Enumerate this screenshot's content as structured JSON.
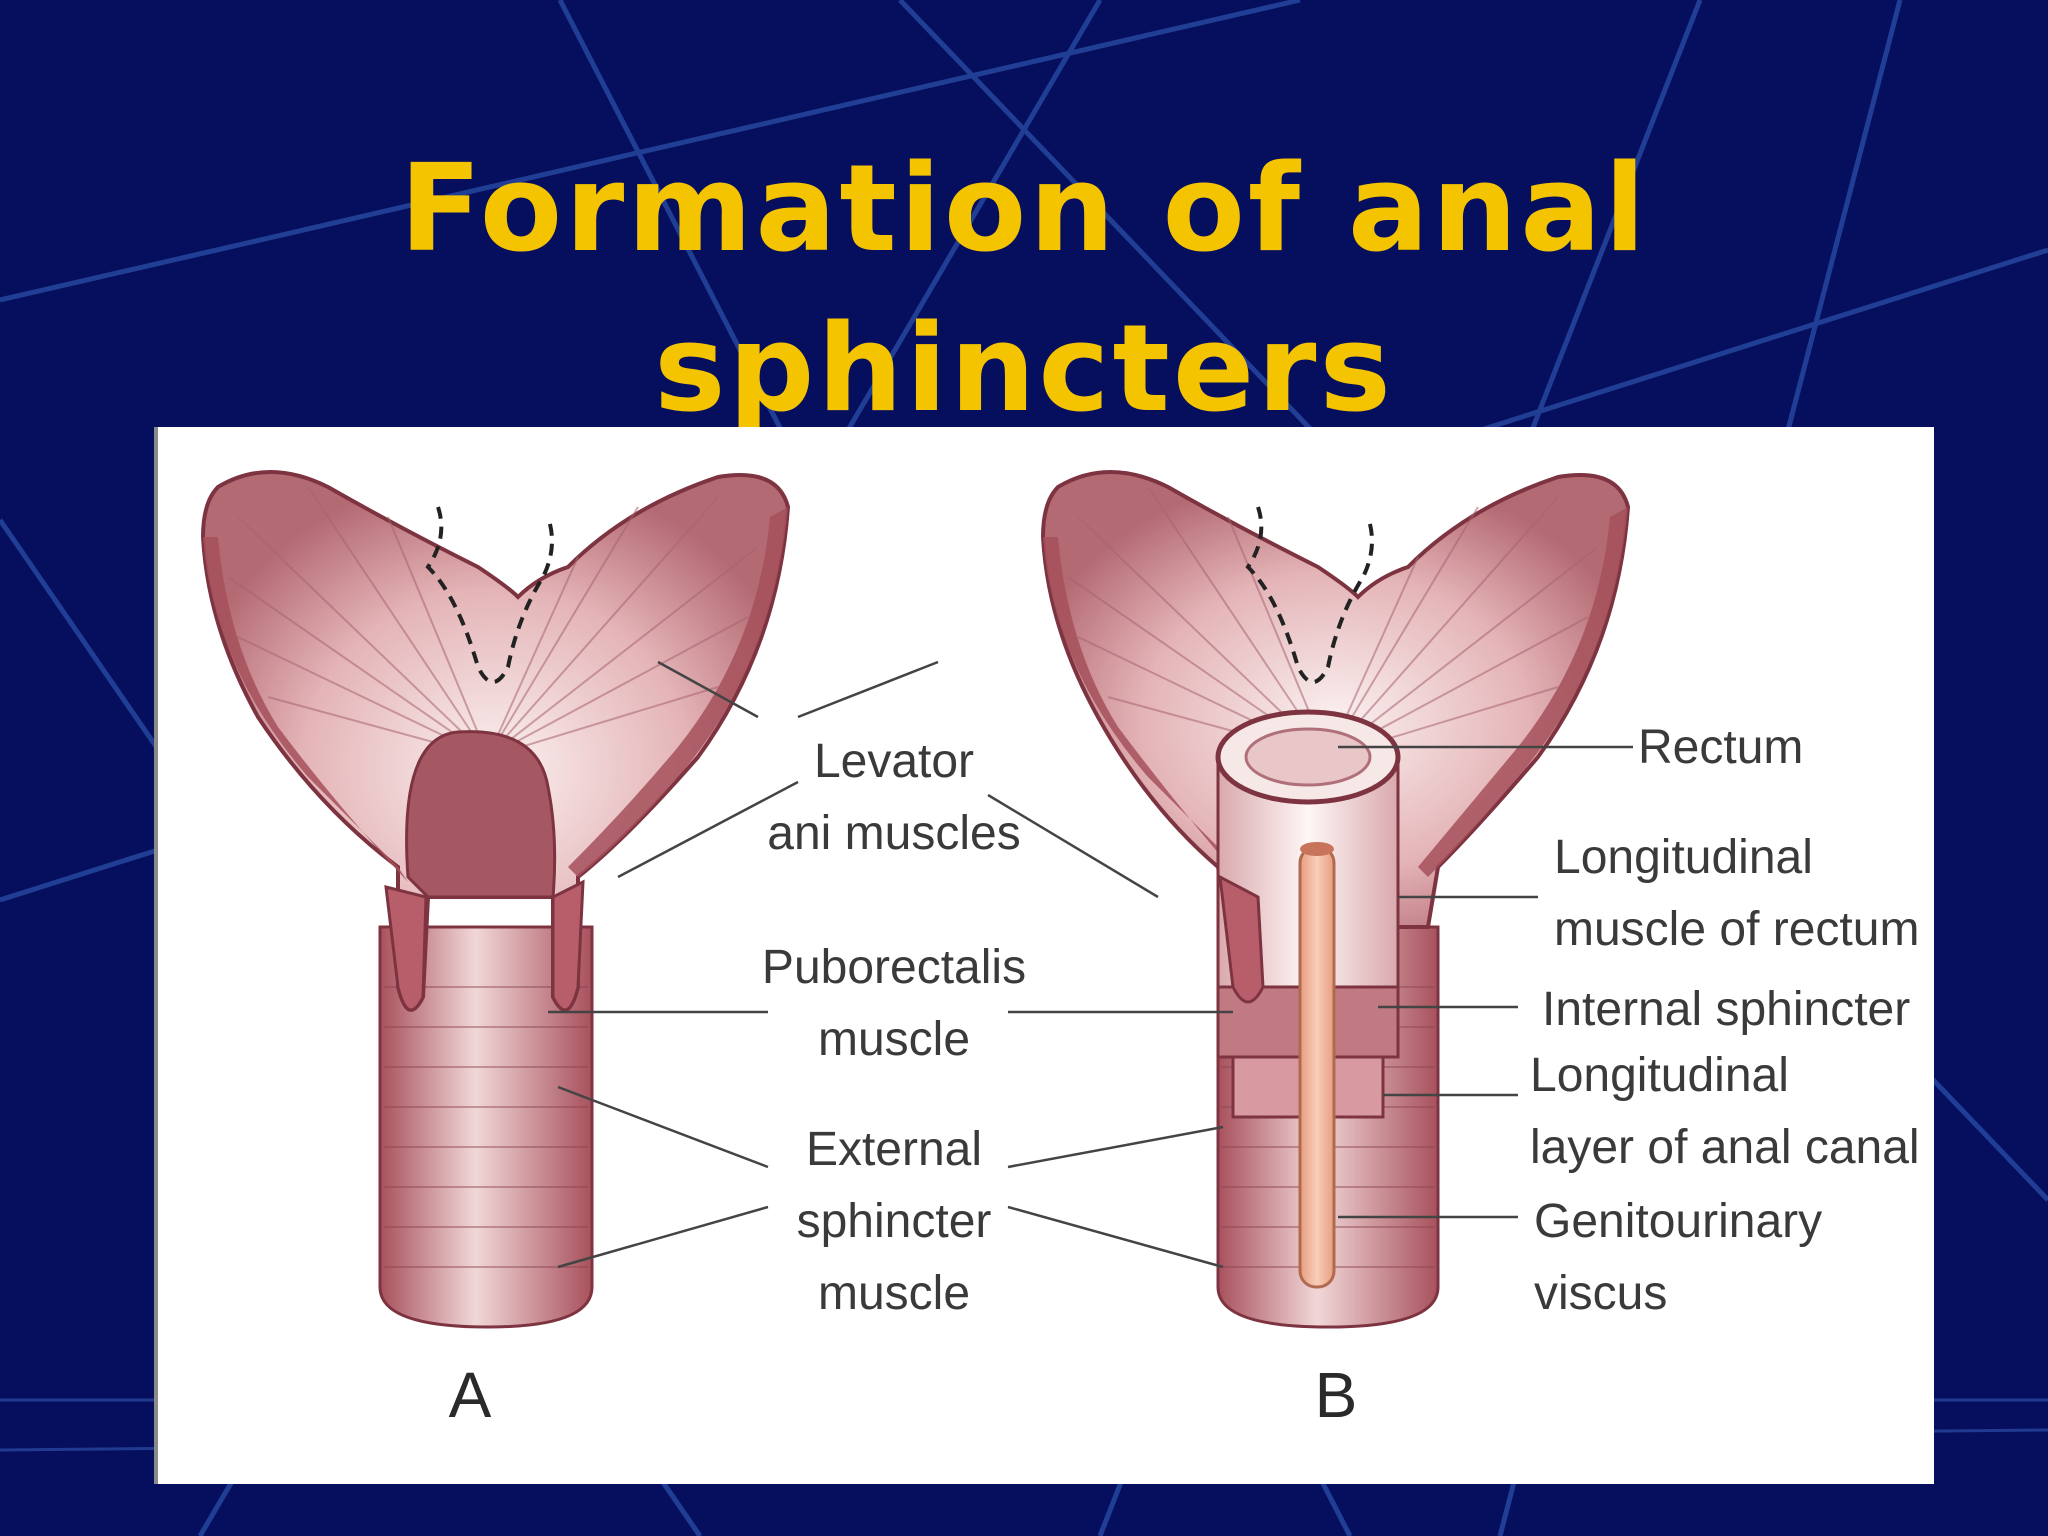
{
  "slide": {
    "title_line1": "Formation of anal",
    "title_line2": "sphincters"
  },
  "figure": {
    "label_a": "A",
    "label_b": "B",
    "labels": {
      "levator_1": "Levator",
      "levator_2": "ani muscles",
      "puborectalis_1": "Puborectalis",
      "puborectalis_2": "muscle",
      "external_1": "External",
      "external_2": "sphincter",
      "external_3": "muscle",
      "rectum": "Rectum",
      "long_rect_1": "Longitudinal",
      "long_rect_2": "muscle of rectum",
      "internal": "Internal sphincter",
      "long_anal_1": "Longitudinal",
      "long_anal_2": "layer of anal canal",
      "genito_1": "Genitourinary",
      "genito_2": "viscus"
    }
  },
  "colors": {
    "background": "#060e5e",
    "title": "#f5c400",
    "muscle_dark": "#9a4a55",
    "muscle_light": "#f3dcdd",
    "viscus": "#f0b39a"
  }
}
